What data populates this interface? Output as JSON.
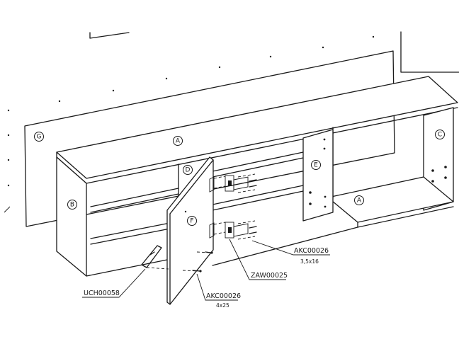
{
  "panels": {
    "a_top": "A",
    "a_shelf": "A",
    "b": "B",
    "c": "C",
    "d": "D",
    "e": "E",
    "f": "F",
    "g": "G"
  },
  "parts": {
    "screw_upper": {
      "code": "AKC00026",
      "size": "3,5x16"
    },
    "hinge": {
      "code": "ZAW00025"
    },
    "handle": {
      "code": "UCH00058"
    },
    "screw_lower": {
      "code": "AKC00026",
      "size": "4x25"
    }
  }
}
